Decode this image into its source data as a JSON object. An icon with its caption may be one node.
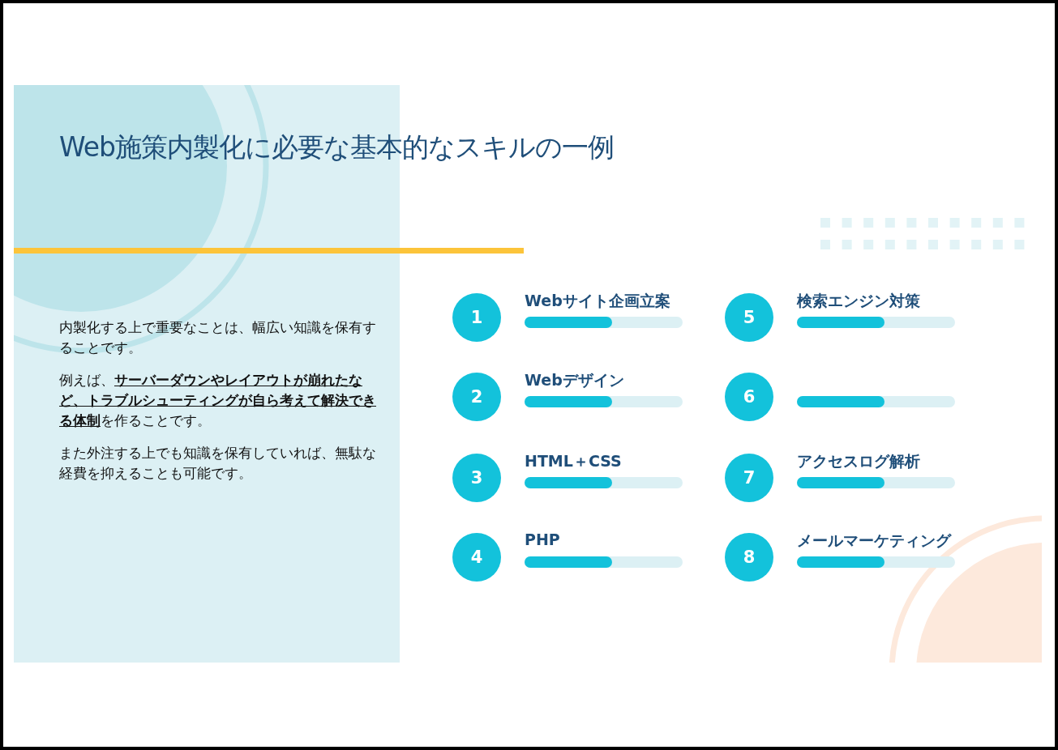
{
  "diagram": {
    "title": "Web施策内製化に必要な基本的なスキルの一例",
    "nodes": [
      {
        "text": [
          "内製化する上で重要なことは、幅広い知識を保有することです。",
          "例えば、**サーバーダウンやレイアウトが崩れたなど、トラブルシューティングが自ら考えて解決できる体制**を作ることです。",
          "また外注する上でも知識を保有していれば、無駄な経費を抑えることも可能です。"
        ]
      },
      {
        "text": [
          "1"
        ],
        "beside": [
          "Webサイト企画立案"
        ]
      },
      {
        "text": [
          "2"
        ],
        "beside": [
          "Webデザイン"
        ]
      },
      {
        "text": [
          "3"
        ],
        "beside": [
          "HTML＋CSS"
        ]
      },
      {
        "text": [
          "4"
        ],
        "beside": [
          "PHP"
        ]
      },
      {
        "text": [
          "5"
        ],
        "beside": [
          "検索エンジン対策"
        ]
      },
      {
        "text": [
          "6"
        ]
      },
      {
        "text": [
          "7"
        ],
        "beside": [
          "アクセスログ解析"
        ]
      },
      {
        "text": [
          "8"
        ],
        "beside": [
          "メールマーケティング"
        ]
      }
    ]
  }
}
